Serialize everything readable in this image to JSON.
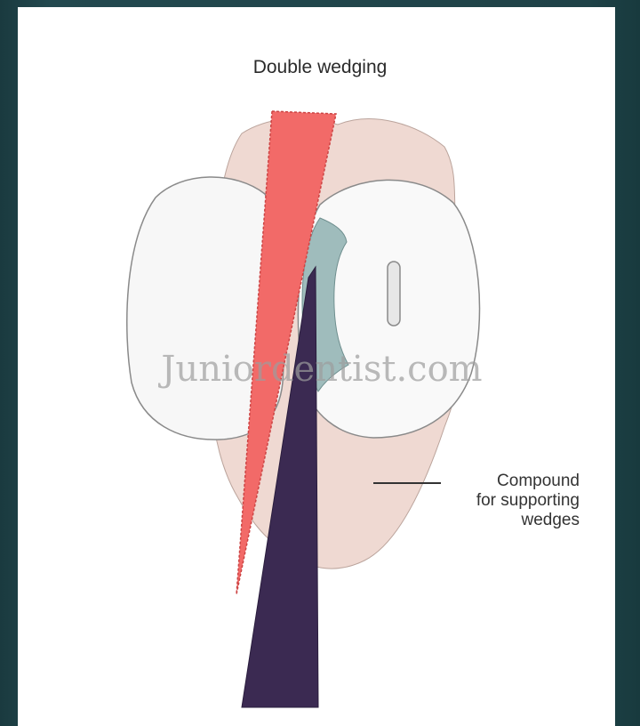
{
  "title": "Double wedging",
  "callout": {
    "line1": "Compound",
    "line2": "for supporting",
    "line3": "wedges"
  },
  "watermark": "Juniordentist.com",
  "colors": {
    "background": "#1d3f44",
    "panel": "#ffffff",
    "compound": "#efd9d2",
    "red_wedge": "#f26a68",
    "dark_wedge": "#3b2a52",
    "tooth": "#f7f7f7",
    "cavity": "#9fbcbc"
  }
}
